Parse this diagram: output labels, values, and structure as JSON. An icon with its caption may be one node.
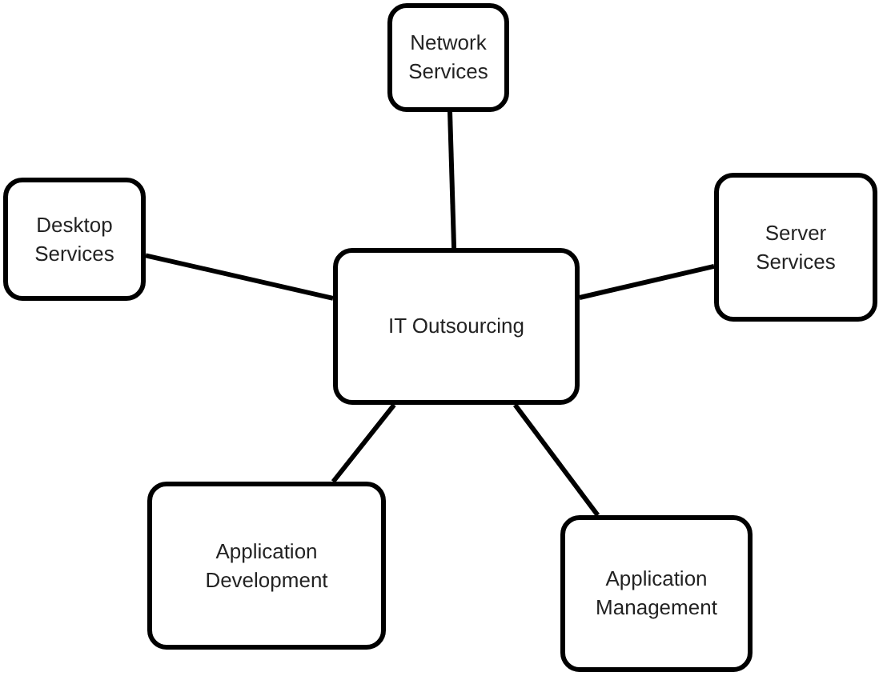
{
  "diagram": {
    "nodes": [
      {
        "text": [
          "IT Outsourcing"
        ]
      },
      {
        "text": [
          "Network Services"
        ]
      },
      {
        "text": [
          "Desktop Services"
        ]
      },
      {
        "text": [
          "Server Services"
        ]
      },
      {
        "text": [
          "Application Development"
        ]
      },
      {
        "text": [
          "Application Management"
        ]
      }
    ],
    "edges": [
      {
        "from": 0,
        "to": 1,
        "arrow": "none"
      },
      {
        "from": 0,
        "to": 2,
        "arrow": "none"
      },
      {
        "from": 0,
        "to": 3,
        "arrow": "none"
      },
      {
        "from": 0,
        "to": 4,
        "arrow": "none"
      },
      {
        "from": 0,
        "to": 5,
        "arrow": "none"
      }
    ]
  }
}
